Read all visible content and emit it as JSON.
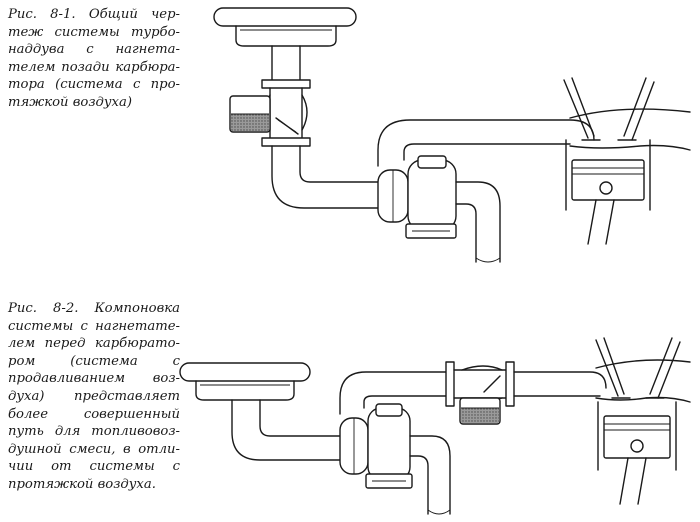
{
  "figure_1": {
    "caption_lines": [
      "Рис. 8-1. Общий чер-",
      "теж системы турбо-",
      "наддува с нагнета-",
      "телем позади карбюра-",
      "тора (система с про-",
      "тяжкой воздуха)"
    ]
  },
  "figure_2": {
    "caption_lines": [
      "Рис. 8-2. Компоновка",
      "системы с нагнетате-",
      "лем перед карбюрато-",
      "ром (система с",
      "продавливанием воз-",
      "духа) представляет",
      "более совершенный",
      "путь для топливовоз-",
      "душной смеси, в отли-",
      "чии от системы с",
      "протяжкой воздуха."
    ]
  },
  "colors": {
    "ink": "#1a1a1a",
    "paper": "#ffffff",
    "fuel_fill": "#8c8c8c"
  }
}
